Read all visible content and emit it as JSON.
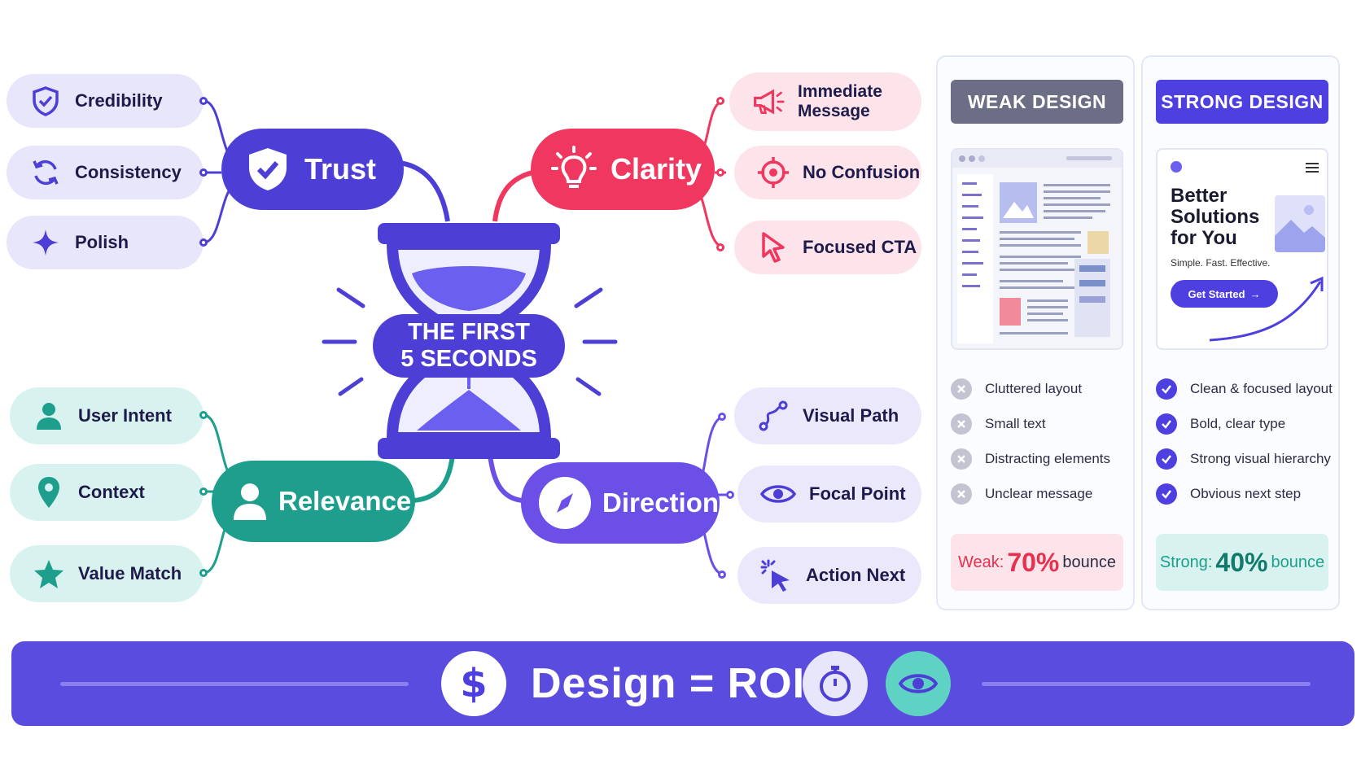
{
  "center": {
    "line1": "THE FIRST",
    "line2": "5 SECONDS"
  },
  "trust": {
    "label": "Trust",
    "color": "#4d3fd6",
    "items": [
      {
        "label": "Credibility",
        "icon": "shield-icon"
      },
      {
        "label": "Consistency",
        "icon": "refresh-icon"
      },
      {
        "label": "Polish",
        "icon": "sparkle-icon"
      }
    ]
  },
  "clarity": {
    "label": "Clarity",
    "color": "#f0375f",
    "items": [
      {
        "label_line1": "Immediate",
        "label_line2": "Message",
        "icon": "megaphone-icon"
      },
      {
        "label": "No Confusion",
        "icon": "target-icon"
      },
      {
        "label": "Focused CTA",
        "icon": "cursor-icon"
      }
    ]
  },
  "relevance": {
    "label": "Relevance",
    "color": "#1e9e8c",
    "items": [
      {
        "label": "User Intent",
        "icon": "user-icon"
      },
      {
        "label": "Context",
        "icon": "location-pin-icon"
      },
      {
        "label": "Value Match",
        "icon": "star-icon"
      }
    ]
  },
  "direction": {
    "label": "Direction",
    "color": "#6b4fe6",
    "items": [
      {
        "label": "Visual Path",
        "icon": "path-icon"
      },
      {
        "label": "Focal Point",
        "icon": "eye-icon"
      },
      {
        "label": "Action Next",
        "icon": "click-icon"
      }
    ]
  },
  "weak": {
    "title": "WEAK DESIGN",
    "color": "#6b6e85",
    "points": [
      "Cluttered layout",
      "Small text",
      "Distracting elements",
      "Unclear message"
    ],
    "stat_label": "Weak:",
    "stat_value": "70%",
    "stat_suffix": "bounce"
  },
  "strong": {
    "title": "STRONG DESIGN",
    "color": "#4d3fe0",
    "mock_heading_1": "Better",
    "mock_heading_2": "Solutions",
    "mock_heading_3": "for You",
    "mock_sub": "Simple. Fast. Effective.",
    "mock_button": "Get Started",
    "points": [
      "Clean & focused layout",
      "Bold, clear type",
      "Strong visual hierarchy",
      "Obvious next step"
    ],
    "stat_label": "Strong:",
    "stat_value": "40%",
    "stat_suffix": "bounce"
  },
  "banner": {
    "title": "Design = ROI",
    "icons": [
      "dollar-icon",
      "stopwatch-icon",
      "eye-icon"
    ]
  }
}
